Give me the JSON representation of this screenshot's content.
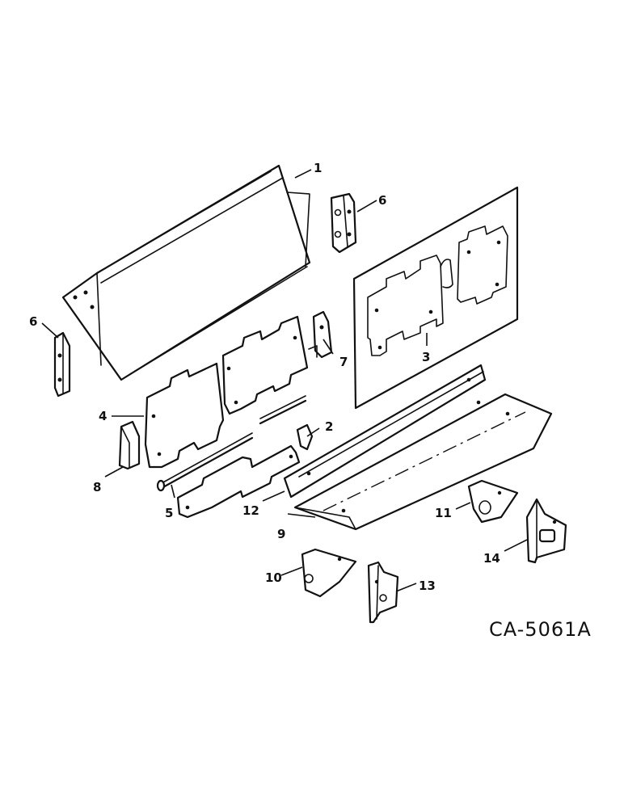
{
  "drawing_code": "CA-5061A",
  "callouts": [
    "1",
    "2",
    "3",
    "4",
    "5",
    "6",
    "6",
    "7",
    "8",
    "9",
    "10",
    "11",
    "12",
    "13",
    "14"
  ]
}
